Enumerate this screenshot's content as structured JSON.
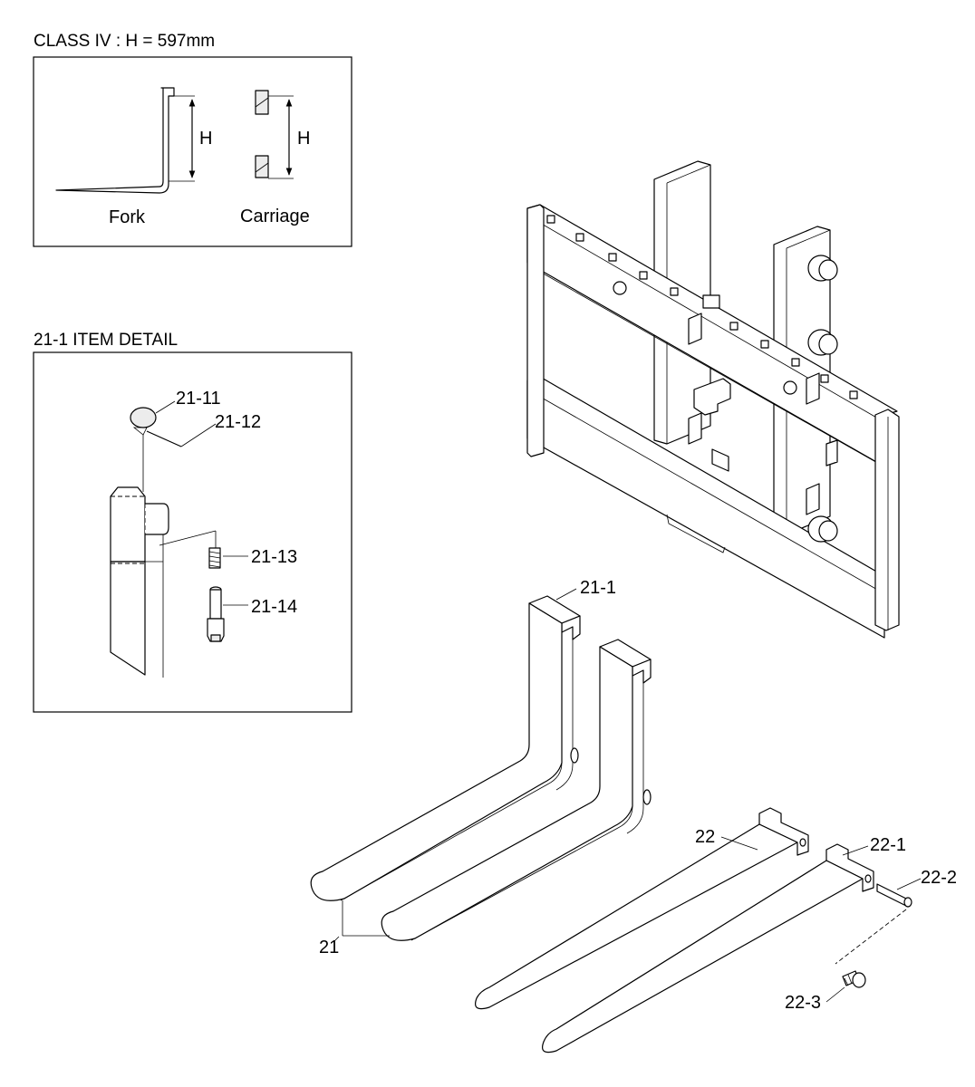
{
  "class_box": {
    "title": "CLASS IV : H = 597mm",
    "fork_label": "Fork",
    "carriage_label": "Carriage",
    "dimension_label": "H"
  },
  "detail_box": {
    "title": "21-1 ITEM DETAIL",
    "callouts": [
      "21-11",
      "21-12",
      "21-13",
      "21-14"
    ]
  },
  "main_callouts": {
    "fork_assembly": "21-1",
    "forks": "21",
    "extension": "22",
    "ext_part_1": "22-1",
    "ext_part_2": "22-2",
    "ext_part_3": "22-3"
  }
}
